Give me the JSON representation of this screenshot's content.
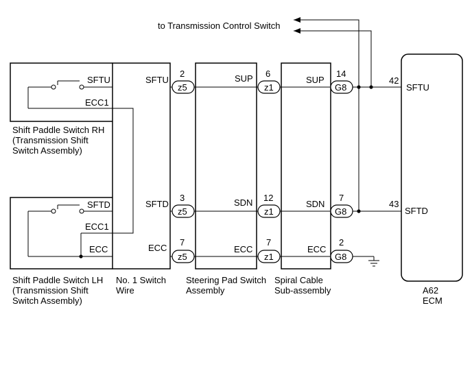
{
  "top_label": "to Transmission Control Switch",
  "components": {
    "rh_switch": {
      "line1": "Shift Paddle Switch RH",
      "line2": "(Transmission Shift",
      "line3": "Switch Assembly)",
      "pin_sftu": "SFTU",
      "pin_ecc1": "ECC1"
    },
    "lh_switch": {
      "line1": "Shift Paddle Switch LH",
      "line2": "(Transmission Shift",
      "line3": "Switch Assembly)",
      "pin_sftd": "SFTD",
      "pin_ecc1": "ECC1",
      "pin_ecc": "ECC"
    },
    "switch_wire": {
      "line1": "No. 1 Switch",
      "line2": "Wire",
      "pin_sftu": "SFTU",
      "pin_sftd": "SFTD",
      "pin_ecc": "ECC"
    },
    "steering_pad": {
      "line1": "Steering Pad Switch",
      "line2": "Assembly",
      "pin_sup": "SUP",
      "pin_sdn": "SDN",
      "pin_ecc": "ECC"
    },
    "spiral_cable": {
      "line1": "Spiral Cable",
      "line2": "Sub-assembly",
      "pin_sup": "SUP",
      "pin_sdn": "SDN",
      "pin_ecc": "ECC"
    },
    "ecm": {
      "line1": "A62",
      "line2": "ECM",
      "pin_sftu": "SFTU",
      "pin_sftd": "SFTD"
    }
  },
  "connectors": {
    "z5_top": {
      "name": "z5",
      "pin": "2"
    },
    "z5_mid": {
      "name": "z5",
      "pin": "3"
    },
    "z5_bot": {
      "name": "z5",
      "pin": "7"
    },
    "z1_top": {
      "name": "z1",
      "pin": "6"
    },
    "z1_mid": {
      "name": "z1",
      "pin": "12"
    },
    "z1_bot": {
      "name": "z1",
      "pin": "7"
    },
    "g8_top": {
      "name": "G8",
      "pin": "14"
    },
    "g8_mid": {
      "name": "G8",
      "pin": "7"
    },
    "g8_bot": {
      "name": "G8",
      "pin": "2"
    },
    "ecm_top": {
      "pin": "42"
    },
    "ecm_mid": {
      "pin": "43"
    }
  }
}
